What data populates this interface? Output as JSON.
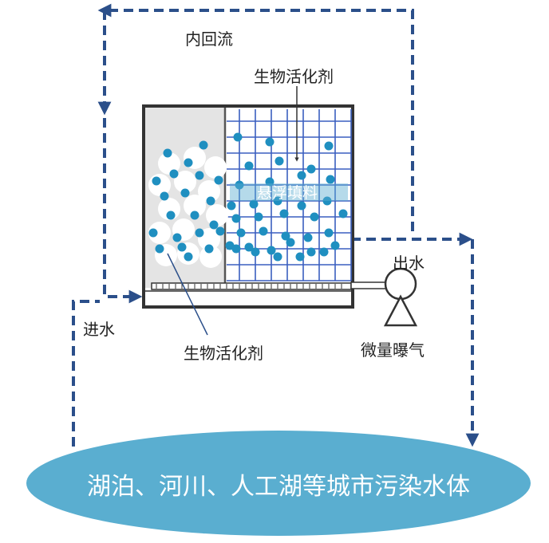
{
  "labels": {
    "internal_reflux": "内回流",
    "bio_activator_top": "生物活化剂",
    "suspended_filler": "悬浮填料",
    "outlet": "出水",
    "inlet": "进水",
    "bio_activator_bottom": "生物活化剂",
    "micro_aeration": "微量曝气",
    "water_body": "湖泊、河川、人工湖等城市污染水体"
  },
  "colors": {
    "flow_line": "#2b4f8a",
    "grid_line": "#3a5fc0",
    "particle": "#1f8fc0",
    "tank_left_fill": "#e4e4e4",
    "tank_border": "#333333",
    "water_body_fill": "#5aaed0",
    "water_body_text": "#ffffff",
    "carrier_ball": "#ffffff"
  }
}
